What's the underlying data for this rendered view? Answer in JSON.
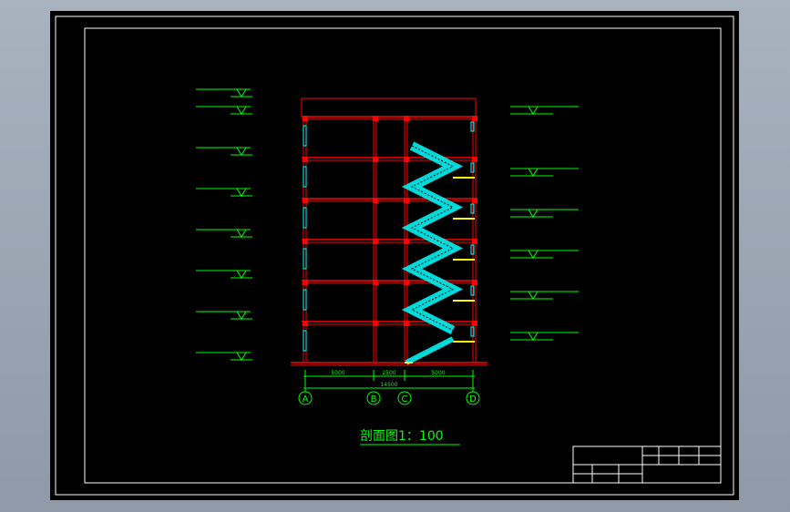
{
  "drawing": {
    "title": "剖面图1：100",
    "dimensions": {
      "bay_1": "5000",
      "bay_2": "2500",
      "bay_3": "5000",
      "total": "14500"
    },
    "axes": [
      "A",
      "B",
      "C",
      "D"
    ]
  },
  "colors": {
    "background": "#000000",
    "frame": "#ffffff",
    "structure": "#ff0000",
    "stairs": "#00ffff",
    "annotation": "#00ff00",
    "landing": "#ffff00"
  }
}
